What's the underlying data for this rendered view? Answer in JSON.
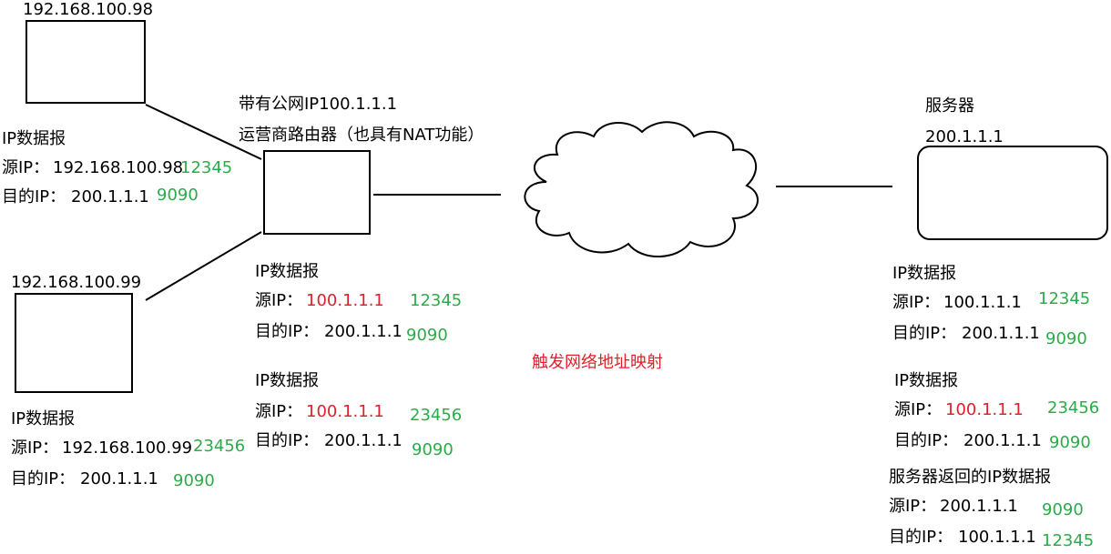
{
  "host1": {
    "ip": "192.168.100.98"
  },
  "host2": {
    "ip": "192.168.100.99"
  },
  "router": {
    "line1": "带有公网IP100.1.1.1",
    "line2": "运营商路由器（也具有NAT功能）"
  },
  "server": {
    "name": "服务器",
    "ip": "200.1.1.1"
  },
  "cloud_note": "触发网络地址映射",
  "packet_host1": {
    "title": "IP数据报",
    "src_label": "源IP：",
    "src_ip": "192.168.100.98",
    "src_port": "12345",
    "dst_label": "目的IP：",
    "dst_ip": "200.1.1.1",
    "dst_port": "9090"
  },
  "packet_host2": {
    "title": "IP数据报",
    "src_label": "源IP：",
    "src_ip": "192.168.100.99",
    "src_port": "23456",
    "dst_label": "目的IP：",
    "dst_ip": "200.1.1.1",
    "dst_port": "9090"
  },
  "packet_router_1": {
    "title": "IP数据报",
    "src_label": "源IP：",
    "src_ip": "100.1.1.1",
    "src_port": "12345",
    "dst_label": "目的IP：",
    "dst_ip": "200.1.1.1",
    "dst_port": "9090"
  },
  "packet_router_2": {
    "title": "IP数据报",
    "src_label": "源IP：",
    "src_ip": "100.1.1.1",
    "src_port": "23456",
    "dst_label": "目的IP：",
    "dst_ip": "200.1.1.1",
    "dst_port": "9090"
  },
  "packet_server_1": {
    "title": "IP数据报",
    "src_label": "源IP：",
    "src_ip": "100.1.1.1",
    "src_port": "12345",
    "dst_label": "目的IP：",
    "dst_ip": "200.1.1.1",
    "dst_port": "9090"
  },
  "packet_server_2": {
    "title": "IP数据报",
    "src_label": "源IP：",
    "src_ip": "100.1.1.1",
    "src_port": "23456",
    "dst_label": "目的IP：",
    "dst_ip": "200.1.1.1",
    "dst_port": "9090"
  },
  "packet_reply": {
    "title": "服务器返回的IP数据报",
    "src_label": "源IP：",
    "src_ip": "200.1.1.1",
    "src_port": "9090",
    "dst_label": "目的IP：",
    "dst_ip": "100.1.1.1",
    "dst_port": "12345"
  },
  "colors": {
    "port": "#2eaa4a",
    "nat_ip": "#e0202a",
    "note": "#e0202a"
  }
}
